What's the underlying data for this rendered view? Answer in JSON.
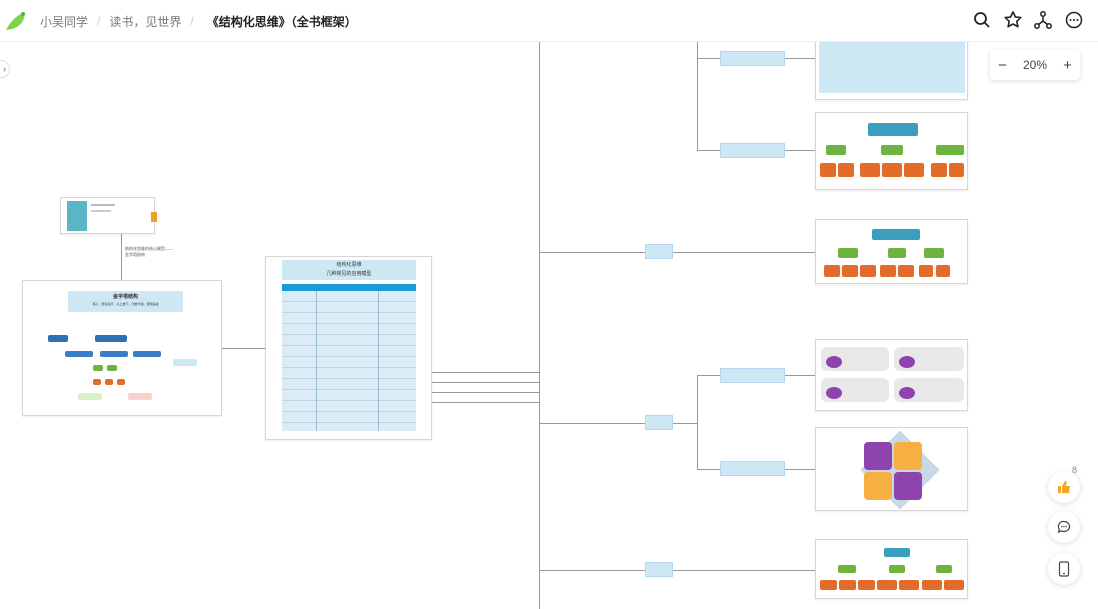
{
  "header": {
    "user": "小吴同学",
    "space": "读书，见世界",
    "doc_title": "《结构化思维》（全书框架）"
  },
  "zoom": {
    "level": "20%",
    "minus": "−",
    "plus": "+"
  },
  "likes": {
    "count": "8"
  },
  "canvas": {
    "book_caption": "结构化思维的核心模型——金字塔结构",
    "pyramid_title": "金字塔结构",
    "pyramid_sub": "核心：结论先行、以上统下、归类分组、逻辑递进",
    "table_title": "结构化思维",
    "table_sub": "几种常见的应用模型"
  },
  "colors": {
    "accent": "#cde7f5",
    "green": "#6db33f",
    "orange": "#e36c2a",
    "teal": "#3a9fbf",
    "purple": "#8e44ad"
  }
}
